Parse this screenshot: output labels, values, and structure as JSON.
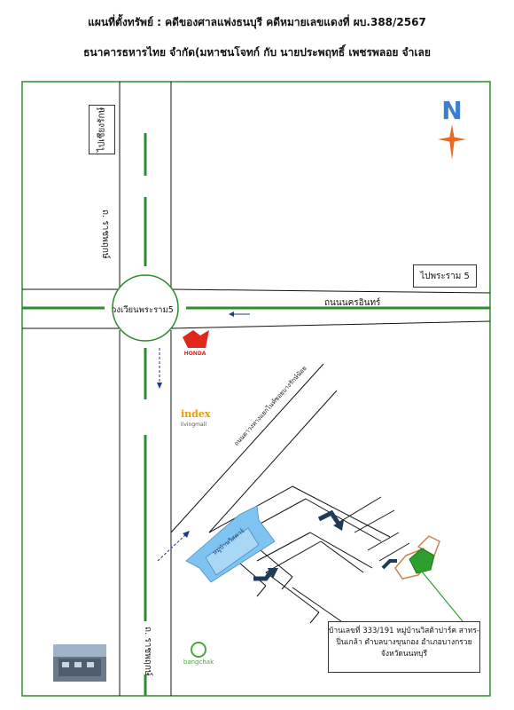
{
  "header": {
    "title": "แผนที่ตั้งทรัพย์ : คดีของศาลแพ่งธนบุรี คดีหมายเลขแดงที่ ผบ.388/2567",
    "subtitle": "ธนาคารธหารไทย จำกัด(มหาชนโจทก์   กับ นายประพฤทธิ์ เพชรพลอย จำเลย"
  },
  "map": {
    "compass_label": "N",
    "road_north_label": "ถ. ราชพฤกษ์",
    "road_south_label": "ถ. ราชพฤกษ์",
    "circle_label": "วงเวียนพระราม5",
    "road_east_label": "ถนนนครอินทร์",
    "diagonal_road_label": "ถนนตาวงทางแยกไนท์ซอยบางรักษ์น้อย",
    "village_sign": "หมู่บ้านวิสคาร์",
    "to_north_box": "ไปเชียงรักษ์",
    "to_east_box": "ไปพระราม 5",
    "landmark_honda": "HONDA",
    "landmark_index": "index",
    "landmark_index_sub": "livingmall",
    "landmark_bangchak": "bangchak",
    "address_line1": "บ้านเลขที่ 333/191 หมู่บ้านวิสต้าปาร์ค สาทร-",
    "address_line2": "ปิ่นเกล้า ตำบลบางขุนกอง อำเภอบางกรวย",
    "address_line3": "จังหวัดนนทบุรี",
    "colors": {
      "frame": "#2e8b2e",
      "road_center": "#2e8b2e",
      "sign_blue": "#7fc3f0",
      "arrow_navy": "#1f3b5a",
      "target": "#2e9e2e",
      "house_outline": "#c8864a",
      "compass_n": "#3a7fd0",
      "compass_star": "#e86a1e",
      "honda_red": "#e1261c",
      "index_orange": "#e8a000",
      "bangchak_green": "#4aa63a"
    }
  }
}
